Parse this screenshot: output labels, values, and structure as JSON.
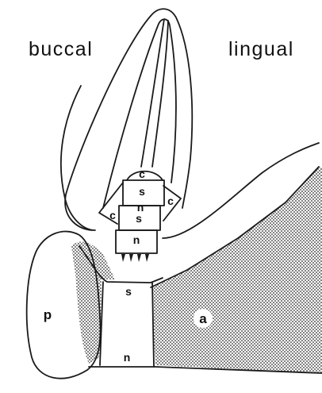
{
  "diagram": {
    "side_labels": {
      "left": "buccal",
      "right": "lingual"
    },
    "block_labels": {
      "c_top": "c",
      "s_upper": "s",
      "n_upper": "n",
      "s_lower": "s",
      "n_lower": "n",
      "c_left": "c",
      "c_right": "c",
      "s_channel": "s",
      "n_channel": "n"
    },
    "region_labels": {
      "p": "p",
      "a": "a"
    },
    "arrowheads": "vvvv"
  }
}
